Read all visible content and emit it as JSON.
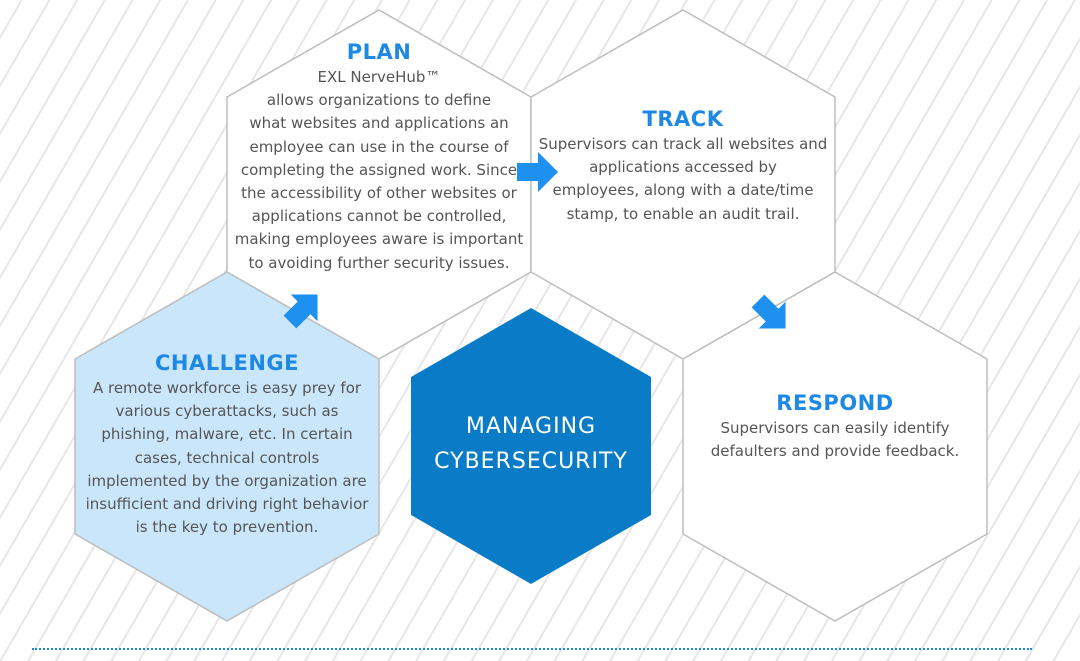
{
  "center": {
    "line1": "MANAGING",
    "line2": "CYBERSECURITY"
  },
  "plan": {
    "title": "PLAN",
    "body": "EXL NerveHub™\nallows organizations to define\nwhat websites and applications an\nemployee can use in the course of\ncompleting the assigned work. Since\nthe accessibility of other websites or\napplications cannot be controlled,\nmaking employees aware is important\nto avoiding further security issues."
  },
  "track": {
    "title": "TRACK",
    "body": "Supervisors can track all websites and\napplications accessed by\nemployees, along with a date/time\nstamp, to enable an audit trail."
  },
  "respond": {
    "title": "RESPOND",
    "body": "Supervisors can easily identify\ndefaulters and provide feedback."
  },
  "challenge": {
    "title": "CHALLENGE",
    "body": "A remote workforce is easy prey for\nvarious cyberattacks, such as\nphishing, malware, etc. In certain\ncases, technical controls\nimplemented by the organization are\ninsufficient and driving right behavior\nis the key to prevention."
  },
  "colors": {
    "title_blue": "#1E88E5",
    "center_fill": "#0A7CC7",
    "challenge_fill": "#C9E6FB",
    "arrow_blue": "#1E90F0",
    "body_text": "#555555",
    "outline": "#BDBDBD"
  }
}
